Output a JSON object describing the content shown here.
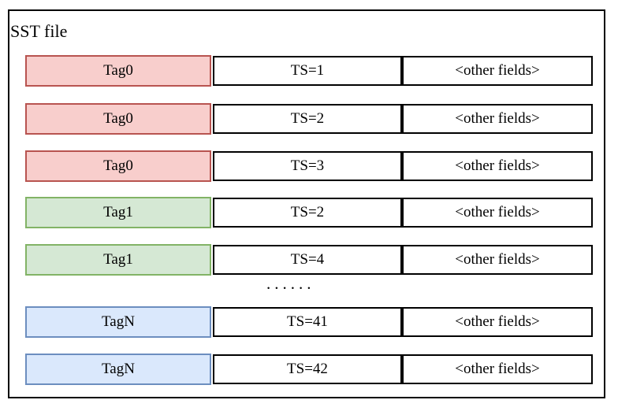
{
  "diagram": {
    "title": "SST file",
    "ellipsis": "......",
    "palette": {
      "red": {
        "fill": "#f8cecc",
        "border": "#b85450"
      },
      "green": {
        "fill": "#d5e8d4",
        "border": "#82b366"
      },
      "blue": {
        "fill": "#dae8fc",
        "border": "#6c8ebf"
      }
    },
    "rows": [
      {
        "tag": "Tag0",
        "ts": "TS=1",
        "other": "<other fields>",
        "color": "red"
      },
      {
        "tag": "Tag0",
        "ts": "TS=2",
        "other": "<other fields>",
        "color": "red"
      },
      {
        "tag": "Tag0",
        "ts": "TS=3",
        "other": "<other fields>",
        "color": "red"
      },
      {
        "tag": "Tag1",
        "ts": "TS=2",
        "other": "<other fields>",
        "color": "green"
      },
      {
        "tag": "Tag1",
        "ts": "TS=4",
        "other": "<other fields>",
        "color": "green"
      },
      {
        "tag": "TagN",
        "ts": "TS=41",
        "other": "<other fields>",
        "color": "blue"
      },
      {
        "tag": "TagN",
        "ts": "TS=42",
        "other": "<other fields>",
        "color": "blue"
      }
    ]
  }
}
